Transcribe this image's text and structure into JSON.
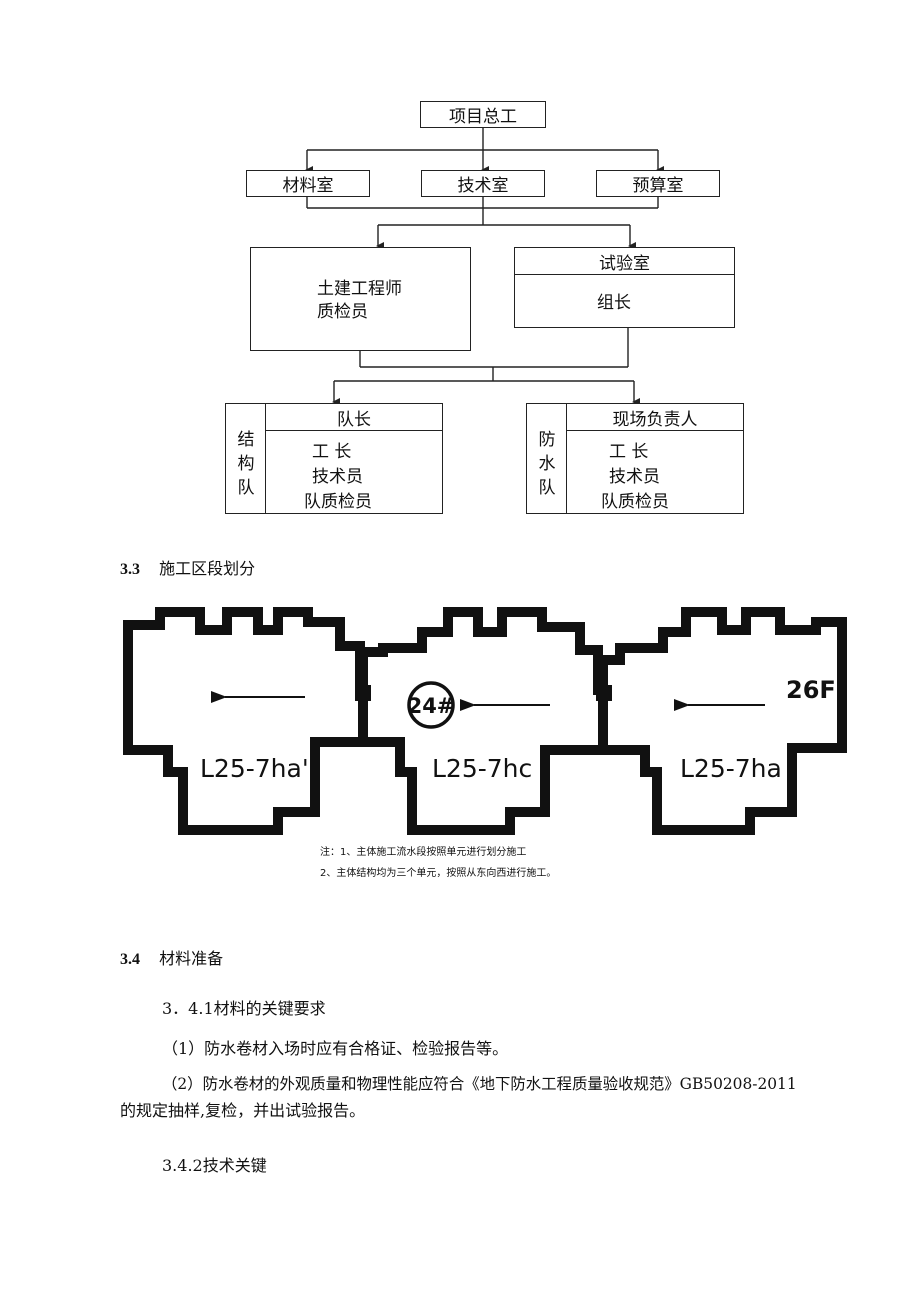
{
  "org_chart": {
    "top": "项目总工",
    "level2": [
      "材料室",
      "技术室",
      "预算室"
    ],
    "level3_left": [
      "土建工程师",
      "质检员"
    ],
    "lab": {
      "header": "试验室",
      "body": "组长"
    },
    "team_left": {
      "side": [
        "结",
        "构",
        "队"
      ],
      "header": "队长",
      "roles": [
        "工 长",
        "技术员",
        "队质检员"
      ]
    },
    "team_right": {
      "side": [
        "防",
        "水",
        "队"
      ],
      "header": "现场负责人",
      "roles": [
        "工 长",
        "技术员",
        "队质检员"
      ]
    }
  },
  "section_3_3": {
    "num": "3.3",
    "title": "施工区段划分"
  },
  "plan": {
    "units": [
      "L25-7ha'",
      "L25-7hc",
      "L25-7ha"
    ],
    "building_no": "24#",
    "floors": "26F",
    "note1": "注：1、主体施工流水段按照单元进行划分施工",
    "note2": "2、主体结构均为三个单元，按照从东向西进行施工。"
  },
  "section_3_4": {
    "num": "3.4",
    "title": "材料准备"
  },
  "sub_3_4_1": "3．4.1材料的关键要求",
  "item1": "（1）防水卷材入场时应有合格证、检验报告等。",
  "item2_line1": "（2）防水卷材的外观质量和物理性能应符合《地下防水工程质量验收规范》GB50208-2011",
  "item2_line2": "的规定抽样,复检，并出试验报告。",
  "sub_3_4_2": "3.4.2技术关键"
}
